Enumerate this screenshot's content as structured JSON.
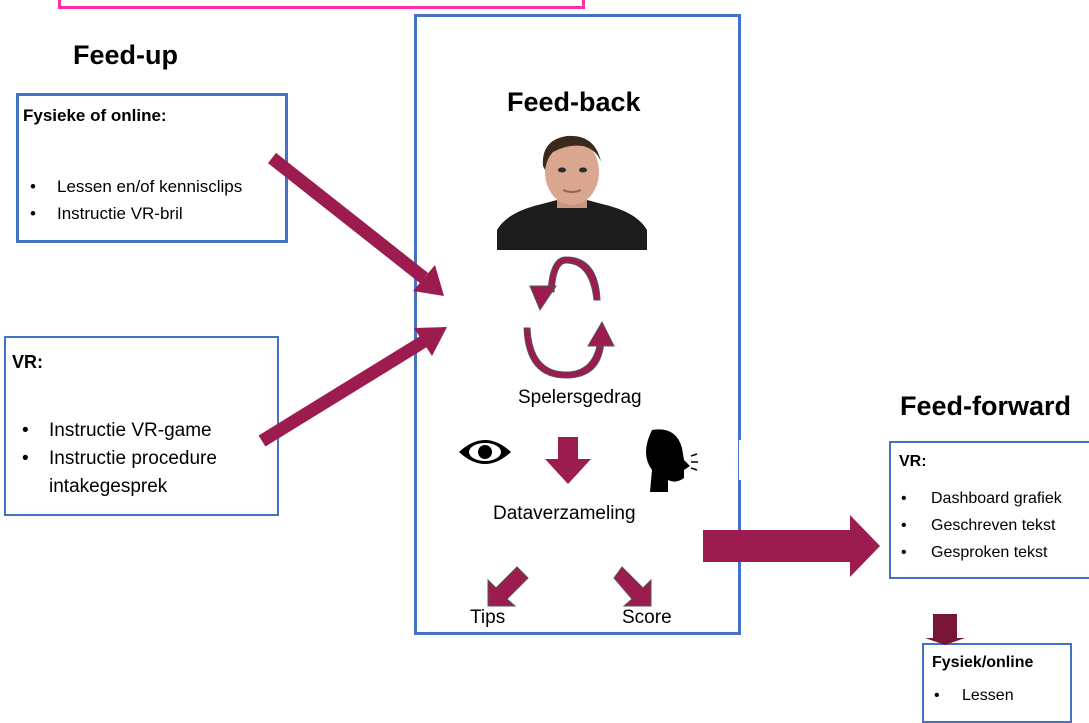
{
  "feed_up": {
    "title": "Feed-up",
    "box1": {
      "header": "Fysieke of online:",
      "items": [
        "Lessen en/of kennisclips",
        "Instructie  VR-bril"
      ]
    },
    "box2": {
      "header": "VR:",
      "items": [
        "Instructie VR-game",
        "Instructie procedure",
        "intakegesprek"
      ]
    }
  },
  "feed_back": {
    "title": "Feed-back",
    "cycle_label": "Spelersgedrag",
    "collection_label": "Dataverzameling",
    "tips_label": "Tips",
    "score_label": "Score"
  },
  "feed_forward": {
    "title": "Feed-forward",
    "box": {
      "header": "VR:",
      "items": [
        "Dashboard grafiek",
        "Geschreven tekst",
        "Gesproken tekst"
      ]
    },
    "sub_box": {
      "header": "Fysiek/online",
      "items": [
        "Lessen"
      ]
    }
  },
  "colors": {
    "arrow": "#9c1c4f",
    "arrow_dark": "#7a1434",
    "box_border": "#4472c4",
    "top_bar": "#ff2fa8"
  }
}
